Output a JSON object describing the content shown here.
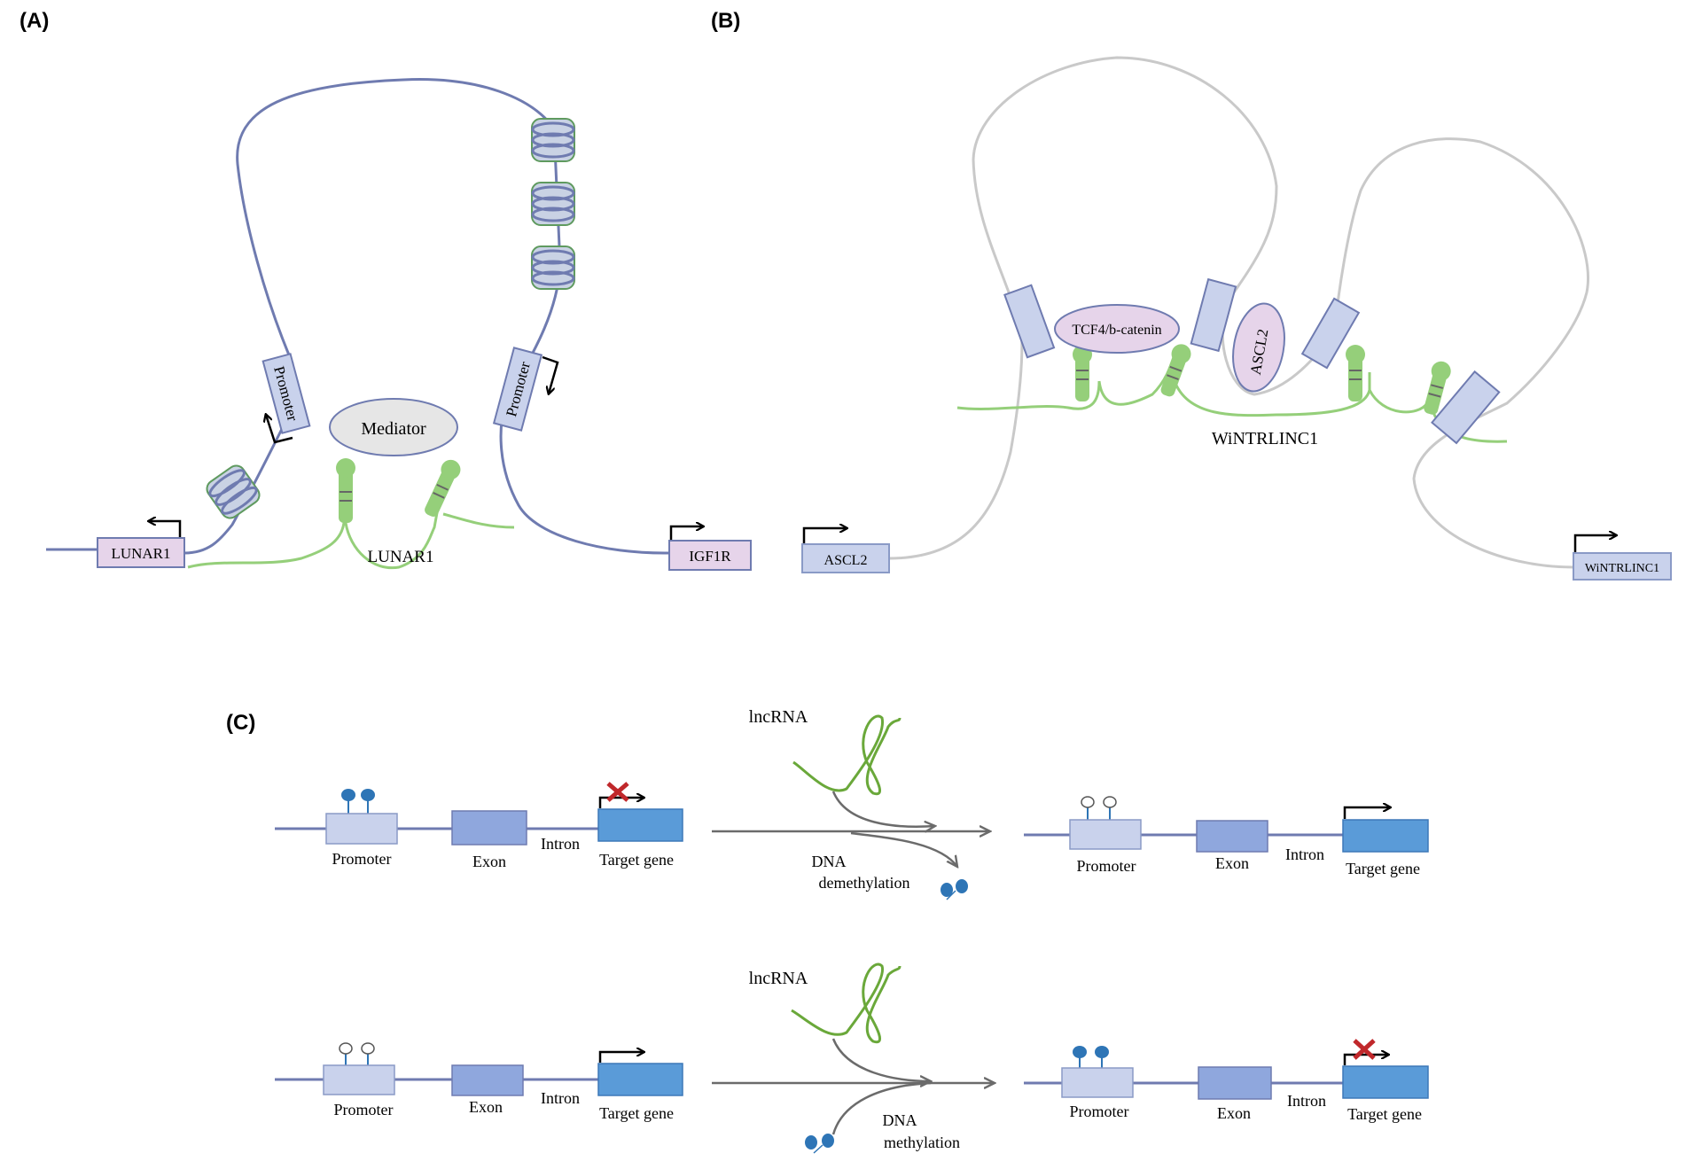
{
  "panels": {
    "a": {
      "label": "(A)",
      "gene_left": "LUNAR1",
      "gene_right": "IGF1R",
      "promoter_left": "Promoter",
      "promoter_right": "Promoter",
      "mediator": "Mediator",
      "rna": "LUNAR1"
    },
    "b": {
      "label": "(B)",
      "gene_left": "ASCL2",
      "gene_right": "WiNTRLINC1",
      "tcf": "TCF4/b-catenin",
      "ascl2": "ASCL2",
      "rna": "WiNTRLINC1"
    },
    "c": {
      "label": "(C)",
      "top": {
        "lncrna": "lncRNA",
        "process_line1": "DNA",
        "process_line2": "demethylation",
        "left": {
          "promoter": "Promoter",
          "exon": "Exon",
          "intron": "Intron",
          "target": "Target gene"
        },
        "right": {
          "promoter": "Promoter",
          "exon": "Exon",
          "intron": "Intron",
          "target": "Target gene"
        }
      },
      "bottom": {
        "lncrna": "lncRNA",
        "process_line1": "DNA",
        "process_line2": "methylation",
        "left": {
          "promoter": "Promoter",
          "exon": "Exon",
          "intron": "Intron",
          "target": "Target gene"
        },
        "right": {
          "promoter": "Promoter",
          "exon": "Exon",
          "intron": "Intron",
          "target": "Target gene"
        }
      }
    }
  },
  "colors": {
    "chromatin_a": "#6f7bb0",
    "chromatin_b": "#c9c9c9",
    "rna_green": "#95cf7a",
    "lncrna_green": "#6aa83a",
    "gene_box_pink": "#e6d4ea",
    "promoter_box": "#c9d2ec",
    "exon_box": "#8fa7dd",
    "target_box": "#5a9bd8",
    "methyl_blue": "#2e75b6",
    "cross_red": "#c0282b",
    "arrow_gray": "#6b6b6b"
  }
}
